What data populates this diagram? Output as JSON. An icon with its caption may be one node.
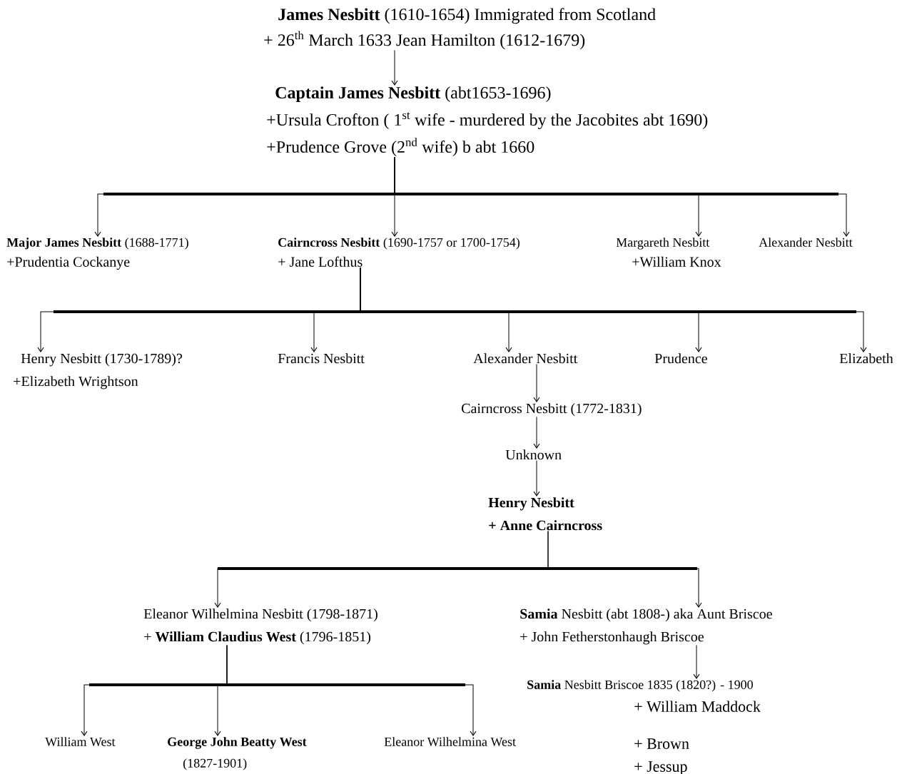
{
  "diagram": {
    "nodes": [
      {
        "text": [
          "**James Nesbitt** (1610-1654) Immigrated from Scotland",
          "+ 26$^{th}$ March 1633 Jean Hamilton (1612-1679)"
        ]
      },
      {
        "text": [
          "**Captain James Nesbitt** (abt1653-1696)",
          "+Ursula Crofton ( 1$^{st}$ wife - murdered by the Jacobites abt 1690)",
          "+Prudence Grove (2$^{nd}$ wife) b abt 1660"
        ]
      },
      {
        "text": [
          "**Major James Nesbitt** (1688-1771)",
          "+Prudentia Cockanye"
        ]
      },
      {
        "text": [
          "**Cairncross Nesbitt** (1690-1757 or 1700-1754)",
          "+ Jane Lofthus"
        ]
      },
      {
        "text": [
          "Margareth Nesbitt",
          "+William Knox"
        ]
      },
      {
        "text": [
          "Alexander Nesbitt"
        ]
      },
      {
        "text": [
          "Henry Nesbitt (1730-1789)?",
          "+Elizabeth Wrightson"
        ]
      },
      {
        "text": [
          "Francis Nesbitt"
        ]
      },
      {
        "text": [
          "Alexander Nesbitt"
        ]
      },
      {
        "text": [
          "Prudence"
        ]
      },
      {
        "text": [
          "Elizabeth"
        ]
      },
      {
        "text": [
          "Cairncross Nesbitt (1772-1831)"
        ]
      },
      {
        "text": [
          "Unknown"
        ]
      },
      {
        "text": [
          "Henry Nesbitt",
          "+ Anne Cairncross"
        ]
      },
      {
        "text": [
          "Eleanor Wilhelmina Nesbitt (1798-1871)",
          "+ **William Claudius West** (1796-1851)"
        ]
      },
      {
        "text": [
          "**Samia** Nesbitt (abt 1808-) aka Aunt Briscoe",
          "+ John Fetherstonhaugh Briscoe"
        ]
      },
      {
        "text": [
          "**Samia** Nesbitt Briscoe 1835 (1820?) - 1900",
          "+ William Maddock",
          "+ Brown",
          "+ Jessup"
        ]
      },
      {
        "text": [
          "William West"
        ]
      },
      {
        "text": [
          "George John Beatty West",
          "(1827-1901)"
        ]
      },
      {
        "text": [
          "Eleanor Wilhelmina West"
        ]
      }
    ],
    "edges": [
      {
        "from": 0,
        "to": 1,
        "arrow": "to"
      },
      {
        "from": 1,
        "to": 2,
        "arrow": "to"
      },
      {
        "from": 1,
        "to": 3,
        "arrow": "to"
      },
      {
        "from": 1,
        "to": 4,
        "arrow": "to"
      },
      {
        "from": 1,
        "to": 5,
        "arrow": "to"
      },
      {
        "from": 3,
        "to": 6,
        "arrow": "to"
      },
      {
        "from": 3,
        "to": 7,
        "arrow": "to"
      },
      {
        "from": 3,
        "to": 8,
        "arrow": "to"
      },
      {
        "from": 3,
        "to": 9,
        "arrow": "to"
      },
      {
        "from": 3,
        "to": 10,
        "arrow": "to"
      },
      {
        "from": 8,
        "to": 11,
        "arrow": "to"
      },
      {
        "from": 11,
        "to": 12,
        "arrow": "to"
      },
      {
        "from": 12,
        "to": 13,
        "arrow": "to"
      },
      {
        "from": 13,
        "to": 14,
        "arrow": "to"
      },
      {
        "from": 13,
        "to": 15,
        "arrow": "to"
      },
      {
        "from": 15,
        "to": 16,
        "arrow": "to"
      },
      {
        "from": 14,
        "to": 17,
        "arrow": "to"
      },
      {
        "from": 14,
        "to": 18,
        "arrow": "to"
      },
      {
        "from": 14,
        "to": 19,
        "arrow": "to"
      }
    ]
  }
}
